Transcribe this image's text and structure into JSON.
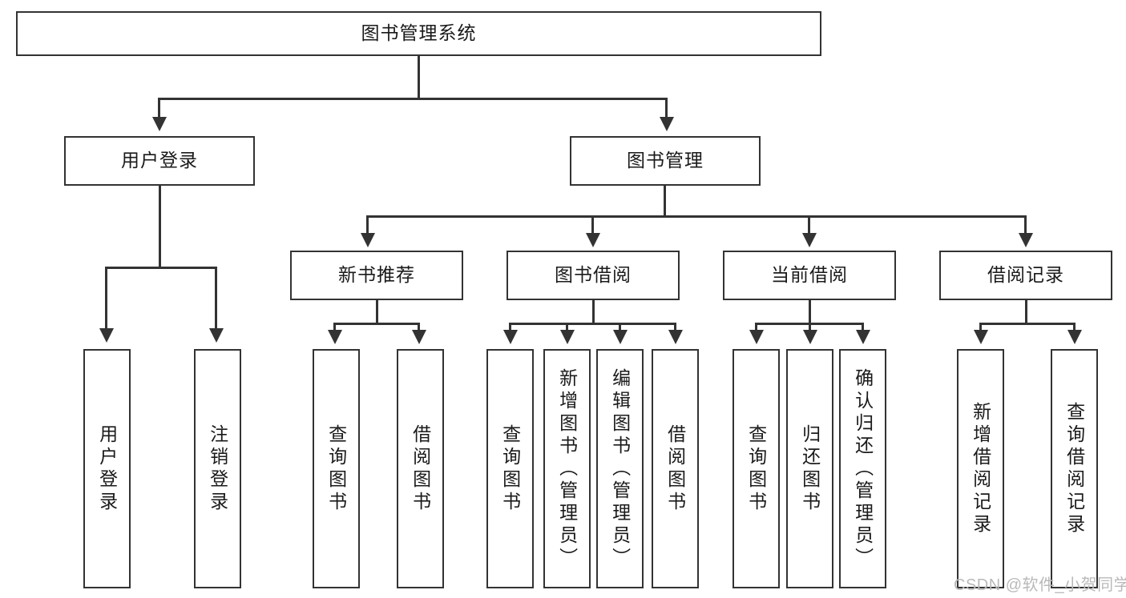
{
  "diagram": {
    "title": "图书管理系统",
    "type": "tree-hierarchy-diagram",
    "root": {
      "label": "图书管理系统"
    },
    "level2": [
      {
        "label": "用户登录"
      },
      {
        "label": "图书管理"
      }
    ],
    "level3": [
      {
        "label": "新书推荐"
      },
      {
        "label": "图书借阅"
      },
      {
        "label": "当前借阅"
      },
      {
        "label": "借阅记录"
      }
    ],
    "leaves": {
      "user_login": [
        {
          "label": "用户登录"
        },
        {
          "label": "注销登录"
        }
      ],
      "new_book_recommend": [
        {
          "label": "查询图书"
        },
        {
          "label": "借阅图书"
        }
      ],
      "book_borrow": [
        {
          "label": "查询图书"
        },
        {
          "label": "新增图书（管理员）"
        },
        {
          "label": "编辑图书（管理员）"
        },
        {
          "label": "借阅图书"
        }
      ],
      "current_borrow": [
        {
          "label": "查询图书"
        },
        {
          "label": "归还图书"
        },
        {
          "label": "确认归还（管理员）"
        }
      ],
      "borrow_record": [
        {
          "label": "新增借阅记录"
        },
        {
          "label": "查询借阅记录"
        }
      ]
    }
  },
  "watermark": {
    "text": "CSDN @软件_小贺同学"
  },
  "colors": {
    "stroke": "#333333",
    "fill": "#ffffff",
    "text": "#1a1a1a",
    "watermark": "#b9b9b9"
  }
}
